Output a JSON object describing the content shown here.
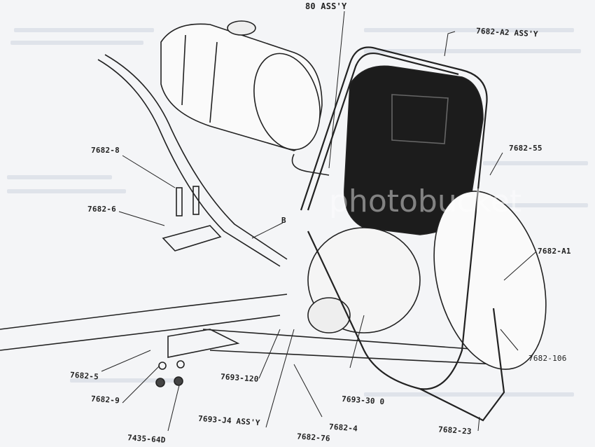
{
  "title": "Exploded parts diagram",
  "watermark": "photobucket",
  "callouts": {
    "top_assembly": "80 ASS'Y",
    "a2_assembly": "7682-A2 ASS'Y",
    "p55": "7682-55",
    "a1": "7682-A1",
    "p106": "7682-106",
    "p8": "7682-8",
    "p6": "7682-6",
    "b": "B",
    "p5": "7682-5",
    "p9": "7682-9",
    "p64d": "7435-64D",
    "p120": "7693-120",
    "j4_assembly": "7693-J4 ASS'Y",
    "p76": "7682-76",
    "p4": "7682-4",
    "p300": "7693-30 0",
    "p23": "7682-23"
  }
}
